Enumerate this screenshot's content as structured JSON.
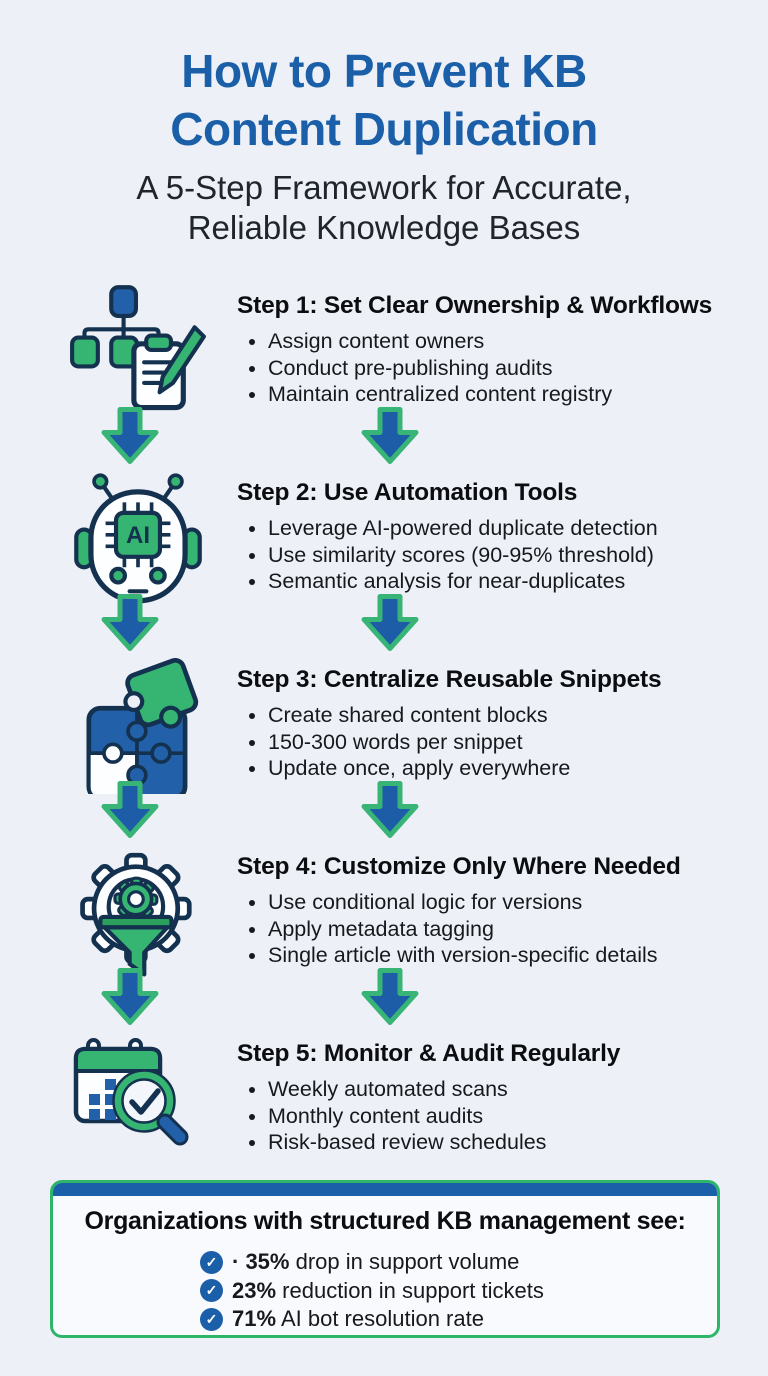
{
  "header": {
    "title_line1": "How to Prevent KB",
    "title_line2": "Content Duplication",
    "subtitle_line1": "A 5-Step Framework for Accurate,",
    "subtitle_line2": "Reliable Knowledge Bases"
  },
  "steps": [
    {
      "title": "Step 1: Set Clear Ownership & Workflows",
      "icon": "org-chart-clipboard-icon",
      "bullets": [
        "Assign content owners",
        "Conduct pre-publishing audits",
        "Maintain centralized content registry"
      ]
    },
    {
      "title": "Step 2: Use Automation Tools",
      "icon": "ai-robot-icon",
      "icon_label": "AI",
      "bullets": [
        "Leverage AI-powered duplicate detection",
        "Use similarity scores (90-95% threshold)",
        "Semantic analysis for near-duplicates"
      ]
    },
    {
      "title": "Step 3: Centralize Reusable Snippets",
      "icon": "puzzle-pieces-icon",
      "bullets": [
        "Create shared content blocks",
        "150-300 words per snippet",
        "Update once, apply everywhere"
      ]
    },
    {
      "title": "Step 4: Customize Only Where Needed",
      "icon": "gear-funnel-icon",
      "bullets": [
        "Use conditional logic for versions",
        "Apply metadata tagging",
        "Single article with version-specific details"
      ]
    },
    {
      "title": "Step 5: Monitor & Audit Regularly",
      "icon": "calendar-magnifier-icon",
      "bullets": [
        "Weekly automated scans",
        "Monthly content audits",
        "Risk-based review schedules"
      ]
    }
  ],
  "stats_box": {
    "heading": "Organizations with structured KB management see:",
    "items": [
      {
        "bold": "· 35%",
        "text": " drop in support volume"
      },
      {
        "bold": "23%",
        "text": " reduction in support tickets"
      },
      {
        "bold": "71%",
        "text": " AI bot resolution rate"
      }
    ]
  },
  "icons": {
    "check": "✓"
  },
  "colors": {
    "title_blue": "#1b5fa9",
    "accent_green": "#36b472",
    "navy_outline": "#14324f",
    "fill_blue": "#2360aa",
    "background": "#edf1f7",
    "box_border_green": "#2db568"
  }
}
